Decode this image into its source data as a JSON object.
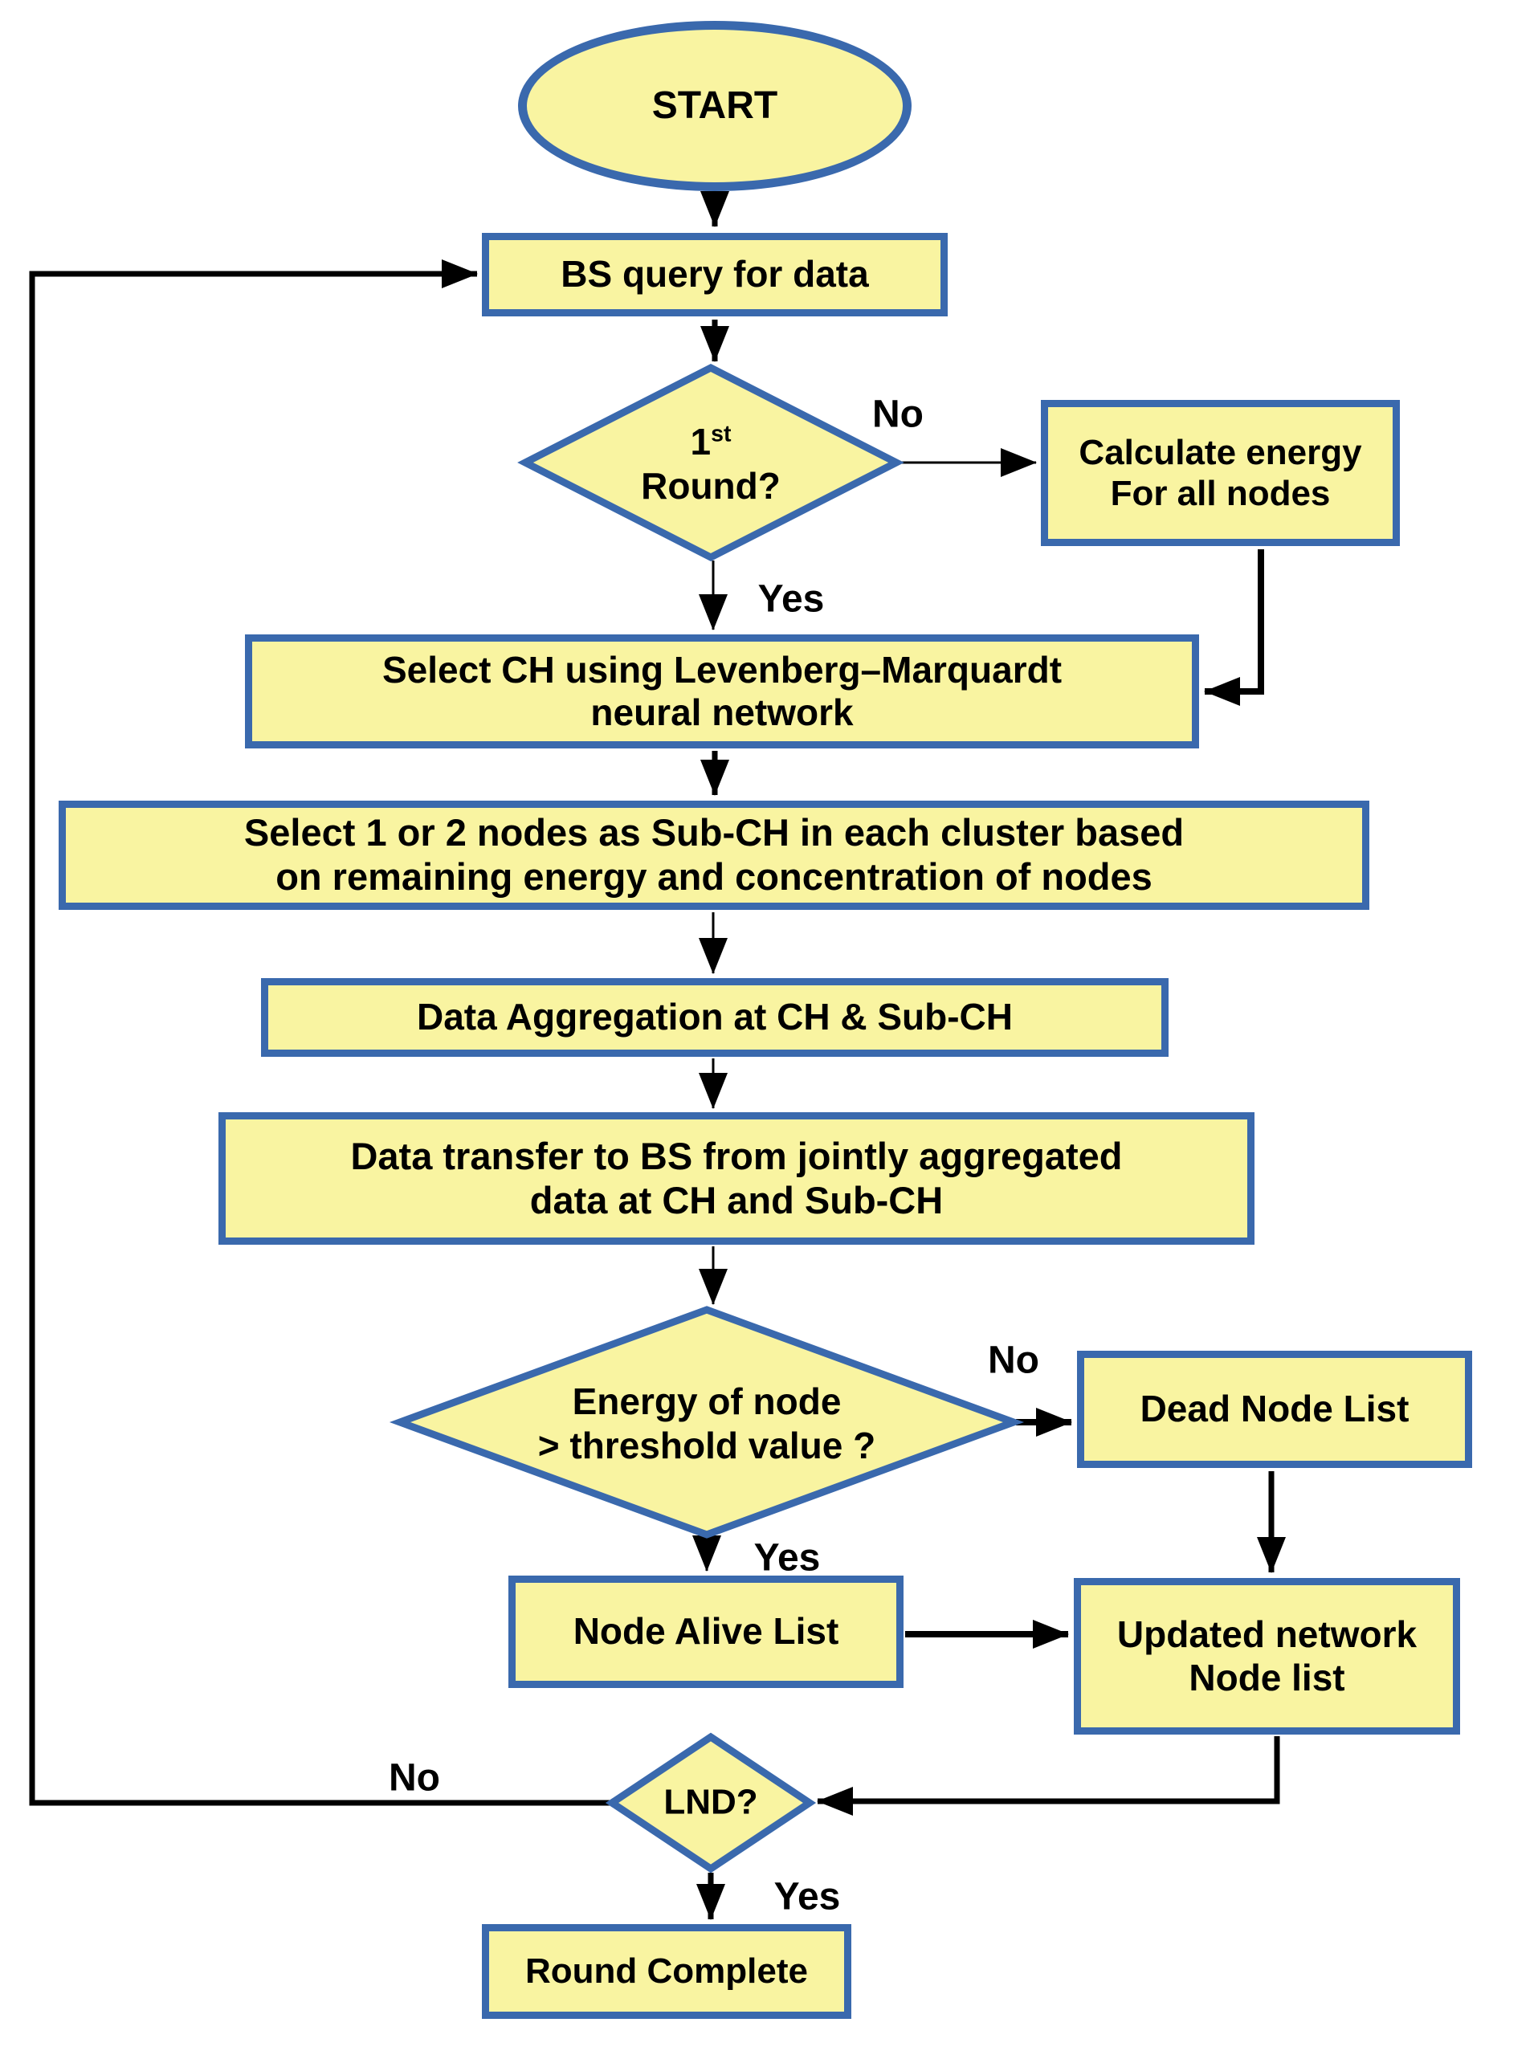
{
  "colors": {
    "node_fill": "#f9f4a1",
    "node_border": "#3a69ad",
    "arrow": "#000000"
  },
  "nodes": {
    "start": {
      "label": "START"
    },
    "bs_query": {
      "label": "BS query for data"
    },
    "first_round": {
      "num": "1",
      "sup": "st",
      "line2": "Round?"
    },
    "calc_energy": {
      "line1": "Calculate energy",
      "line2": "For all nodes"
    },
    "select_ch": {
      "line1": "Select CH using Levenberg–Marquardt",
      "line2": "neural network"
    },
    "sub_ch": {
      "line1": "Select 1 or 2 nodes as Sub-CH in each cluster based",
      "line2": "on remaining energy and concentration of nodes"
    },
    "data_agg": {
      "label": "Data Aggregation at CH & Sub-CH"
    },
    "data_transfer": {
      "line1": "Data transfer to BS from jointly aggregated",
      "line2": "data at CH and Sub-CH"
    },
    "energy_check": {
      "line1": "Energy of node",
      "line2": "> threshold value ?"
    },
    "dead_node": {
      "label": "Dead Node List"
    },
    "node_alive": {
      "label": "Node Alive List"
    },
    "updated_network": {
      "line1": "Updated network",
      "line2": "Node list"
    },
    "lnd": {
      "label": "LND?"
    },
    "round_complete": {
      "label": "Round Complete"
    }
  },
  "edge_labels": {
    "first_round_no": "No",
    "first_round_yes": "Yes",
    "energy_no": "No",
    "energy_yes": "Yes",
    "lnd_no": "No",
    "lnd_yes": "Yes"
  }
}
